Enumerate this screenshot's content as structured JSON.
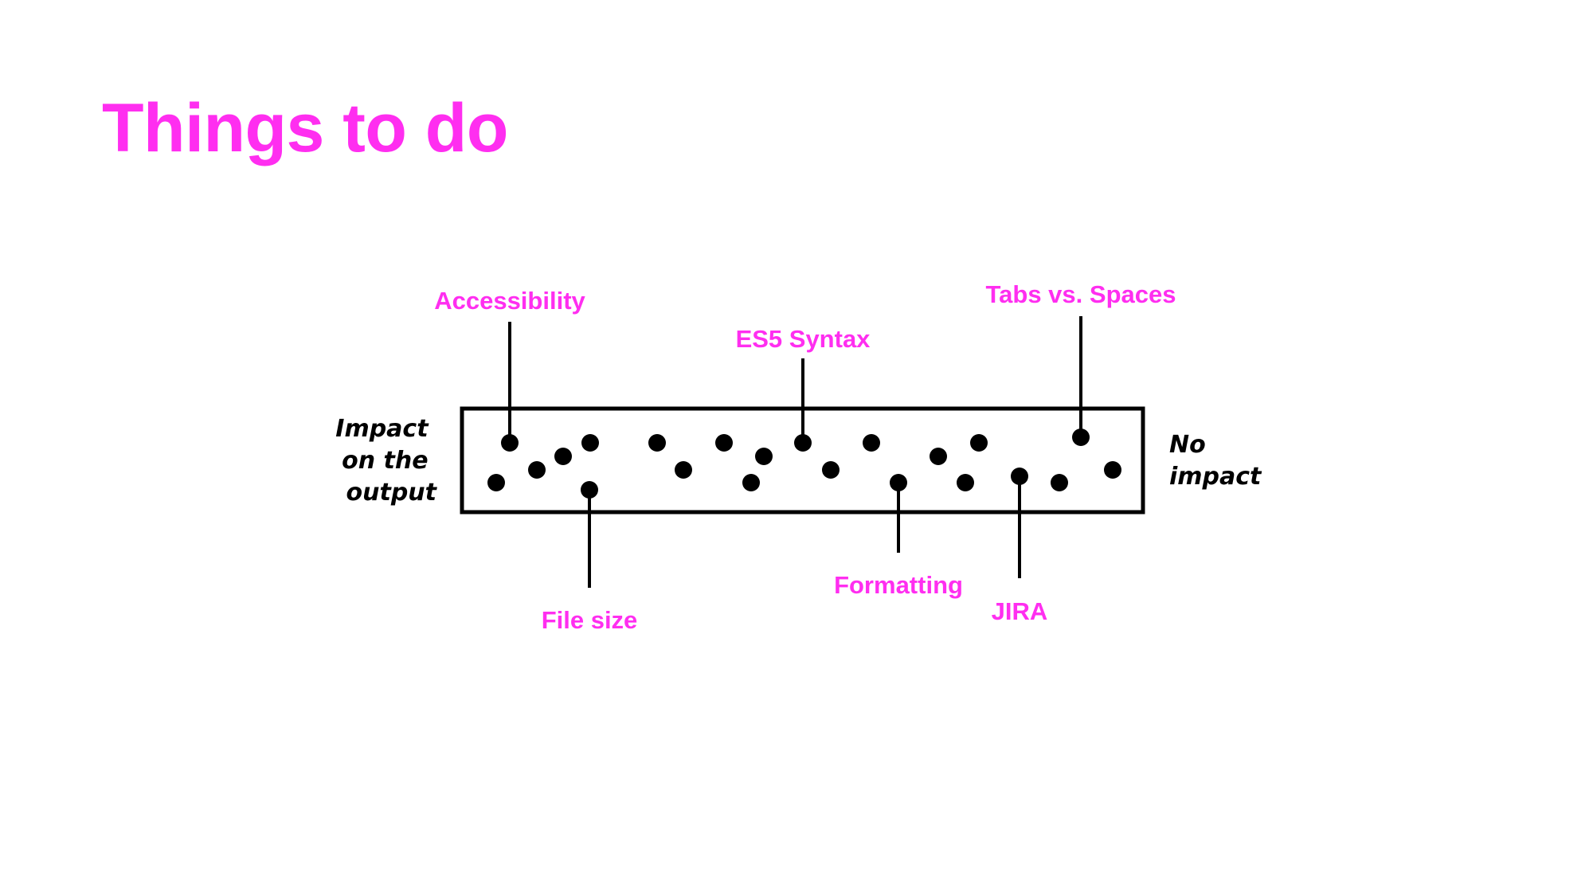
{
  "slide": {
    "title": "Things to do"
  },
  "diagram": {
    "left_label": [
      "Impact",
      "on the",
      "output"
    ],
    "right_label": [
      "No",
      "impact"
    ],
    "labels": [
      "Accessibility",
      "File size",
      "ES5 Syntax",
      "Formatting",
      "JIRA",
      "Tabs vs. Spaces"
    ]
  },
  "colors": {
    "accent": "#ff2ef0",
    "ink": "#000000",
    "background": "#ffffff"
  }
}
